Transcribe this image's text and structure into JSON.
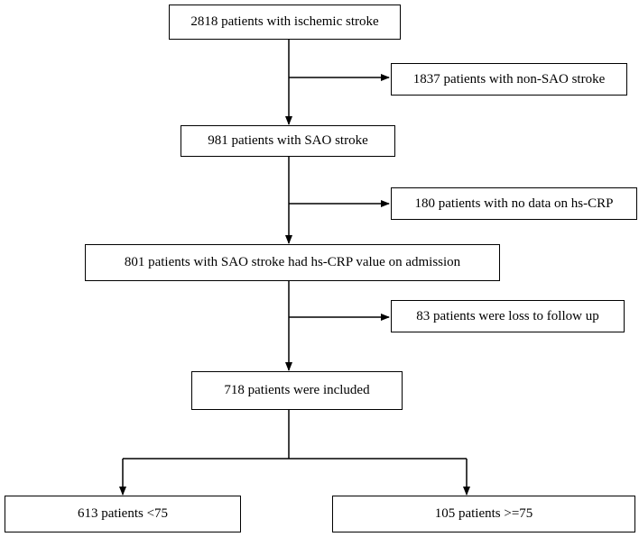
{
  "flowchart": {
    "steps": {
      "total": "2818 patients with ischemic stroke",
      "sao": "981 patients with SAO stroke",
      "hscrp": "801 patients with SAO stroke had hs-CRP value on admission",
      "included": "718 patients were included",
      "under75": "613 patients <75",
      "over75": "105 patients >=75"
    },
    "exclusions": {
      "non_sao": "1837 patients with non-SAO stroke",
      "no_crp": "180 patients with no data on hs-CRP",
      "lost": "83 patients were loss to follow up"
    }
  }
}
